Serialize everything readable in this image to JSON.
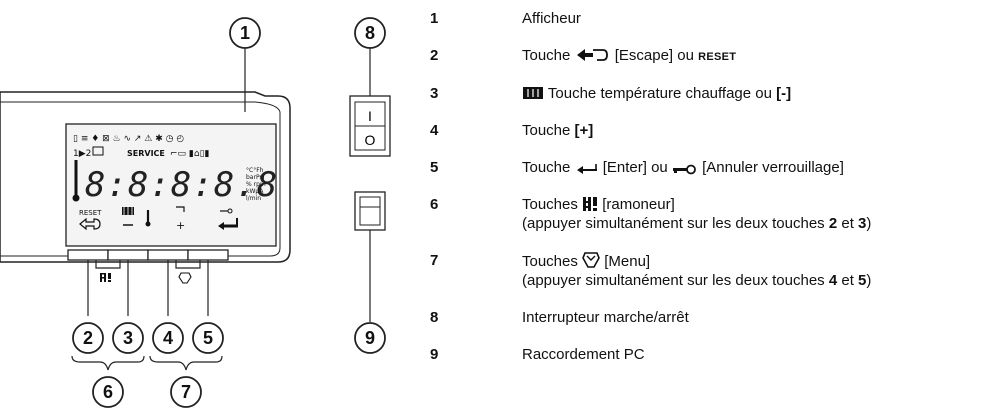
{
  "display": {
    "digits": "8:8:8:8.8",
    "service_label": "SERVICE",
    "reset_label": "RESET",
    "units_lines": [
      "°C°Fh",
      "barPsi",
      "% rpm",
      "kWμA",
      "l/min"
    ],
    "status_row2": "1▶2"
  },
  "callouts": {
    "c1": "1",
    "c2": "2",
    "c3": "3",
    "c4": "4",
    "c5": "5",
    "c6": "6",
    "c7": "7",
    "c8": "8",
    "c9": "9"
  },
  "switch": {
    "on_mark": "I",
    "off_mark": "O"
  },
  "legend": [
    {
      "num": "1",
      "text": "Afficheur"
    },
    {
      "num": "2",
      "pre": "Touche",
      "mid": "[Escape] ou",
      "tail": "RESET"
    },
    {
      "num": "3",
      "text": "Touche température chauffage ou",
      "bold_tail": "[-]"
    },
    {
      "num": "4",
      "text": "Touche",
      "bold_tail": "[+]"
    },
    {
      "num": "5",
      "pre": "Touche",
      "mid": "[Enter] ou",
      "tail": "[Annuler verrouillage]"
    },
    {
      "num": "6",
      "pre": "Touches",
      "mid": "[ramoneur]",
      "line2_a": "(appuyer simultanément sur les deux touches",
      "k1": "2",
      "and": "et",
      "k2": "3",
      "close": ")"
    },
    {
      "num": "7",
      "pre": "Touches",
      "mid": "[Menu]",
      "line2_a": "(appuyer simultanément sur les deux touches",
      "k1": "4",
      "and": "et",
      "k2": "5",
      "close": ")"
    },
    {
      "num": "8",
      "text": "Interrupteur marche/arrêt"
    },
    {
      "num": "9",
      "text": "Raccordement PC"
    }
  ],
  "colors": {
    "line": "#222222",
    "lcd_bg": "#f4f4f4",
    "text": "#111111"
  }
}
